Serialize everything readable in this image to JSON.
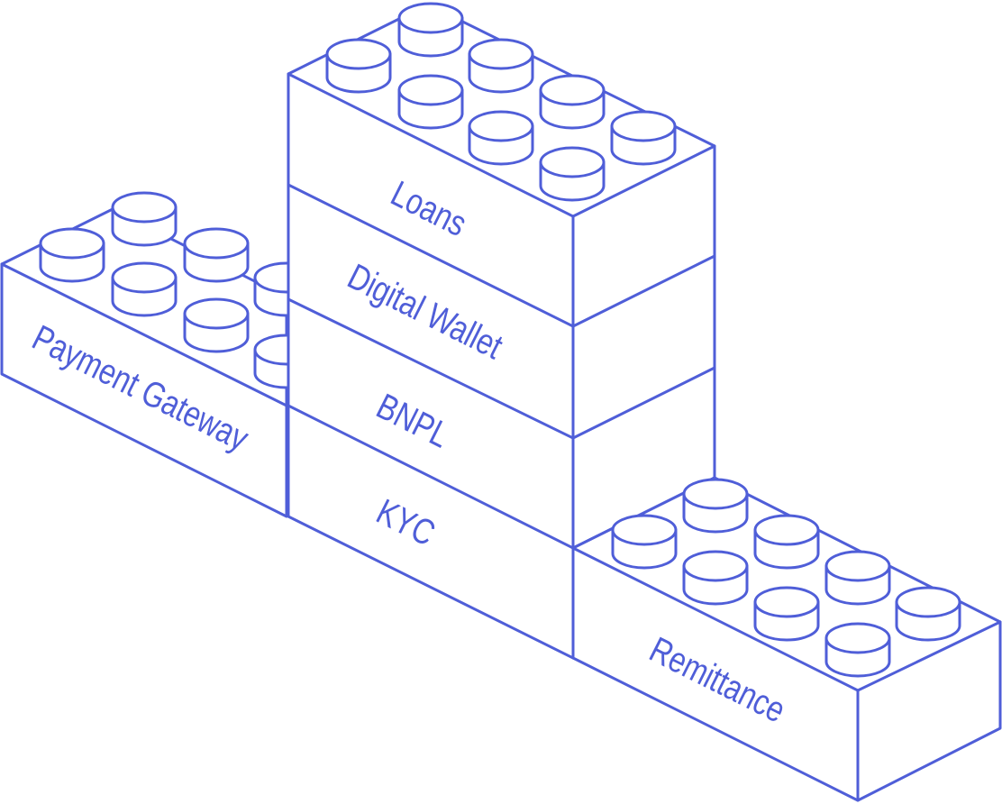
{
  "colors": {
    "stroke": "#4f5ed8",
    "background": "#ffffff"
  },
  "blocks": {
    "loans": "Loans",
    "digital_wallet": "Digital Wallet",
    "bnpl": "BNPL",
    "kyc": "KYC",
    "payment_gateway": "Payment Gateway",
    "remittance": "Remittance"
  }
}
